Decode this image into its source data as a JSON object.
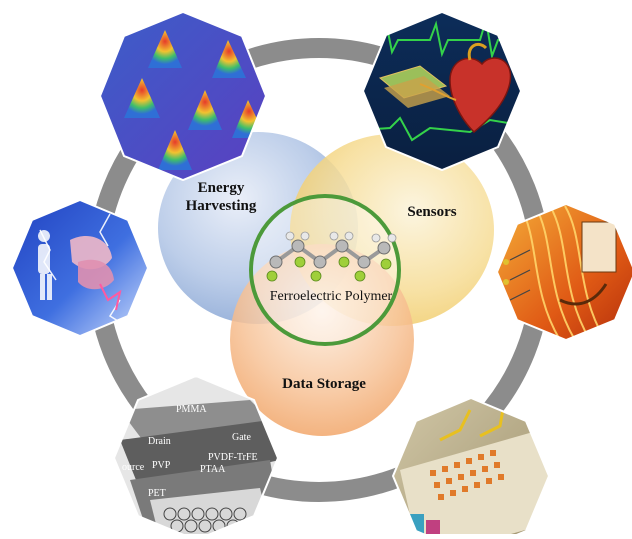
{
  "center": {
    "label": "Ferroelectric Polymer"
  },
  "lobes": [
    {
      "id": "energy",
      "line1": "Energy",
      "line2": "Harvesting",
      "color": "#9fb9dd"
    },
    {
      "id": "sensors",
      "line1": "Sensors",
      "line2": "",
      "color": "#f1d27a"
    },
    {
      "id": "storage",
      "line1": "Data Storage",
      "line2": "",
      "color": "#f2a86e"
    }
  ],
  "ring": {
    "color": "#8c8c8c"
  },
  "center_ring_color": "#4c9a3a",
  "panels": [
    {
      "id": "pyramids",
      "icon": "pyramid-array-icon"
    },
    {
      "id": "heart",
      "icon": "heart-sensor-icon"
    },
    {
      "id": "fibers",
      "icon": "nanofiber-icon"
    },
    {
      "id": "electrodes",
      "icon": "electrode-array-icon"
    },
    {
      "id": "transistor",
      "icon": "transistor-stack-icon",
      "labels": [
        "PMMA",
        "Drain",
        "Gate",
        "ource",
        "PVDF-TrFE",
        "PVP",
        "PTAA",
        "PET"
      ]
    },
    {
      "id": "harvester",
      "icon": "human-energy-icon"
    }
  ]
}
